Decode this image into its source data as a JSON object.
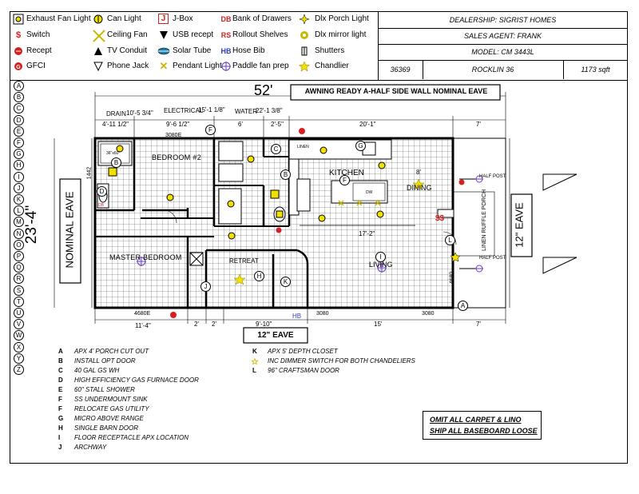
{
  "legend": [
    {
      "icon": "fan-icon",
      "label": "Exhaust Fan Light"
    },
    {
      "icon": "switch-icon",
      "label": "Switch"
    },
    {
      "icon": "recept-icon",
      "label": "Recept"
    },
    {
      "icon": "gfci-icon",
      "label": "GFCI"
    },
    {
      "icon": "can-light-icon",
      "label": "Can Light"
    },
    {
      "icon": "ceiling-fan-icon",
      "label": "Ceiling Fan"
    },
    {
      "icon": "tv-conduit-icon",
      "label": "TV Conduit"
    },
    {
      "icon": "phone-jack-icon",
      "label": "Phone Jack"
    },
    {
      "icon": "jbox-icon",
      "label": "J-Box"
    },
    {
      "icon": "usb-recept-icon",
      "label": "USB recept"
    },
    {
      "icon": "solar-tube-icon",
      "label": "Solar Tube"
    },
    {
      "icon": "pendant-light-icon",
      "label": "Pendant Light"
    },
    {
      "icon": "bank-drawers-icon",
      "label": "Bank of Drawers"
    },
    {
      "icon": "rollout-shelves-icon",
      "label": "Rollout Shelves"
    },
    {
      "icon": "hose-bib-icon",
      "label": "Hose Bib"
    },
    {
      "icon": "paddle-fan-icon",
      "label": "Paddle fan prep"
    },
    {
      "icon": "porch-light-icon",
      "label": "Dlx Porch Light"
    },
    {
      "icon": "mirror-light-icon",
      "label": "Dlx mirror light"
    },
    {
      "icon": "shutters-icon",
      "label": "Shutters"
    },
    {
      "icon": "chandelier-icon",
      "label": "Chandlier"
    }
  ],
  "symbols": {
    "jbox": "J",
    "db": "DB",
    "rs": "RS",
    "hb": "HB",
    "switch": "$"
  },
  "info": {
    "dealership": "DEALERSHIP: SIGRIST HOMES",
    "agent": "SALES AGENT: FRANK",
    "model": "MODEL:  CM 3443L",
    "number": "36369",
    "name": "ROCKLIN 36",
    "sqft": "1173 sqft"
  },
  "plan": {
    "overall_width": "52'",
    "overall_depth": "23'-4\"",
    "awning_title": "AWNING READY A-HALF SIDE WALL NOMINAL EAVE",
    "left_eave": "NOMINAL EAVE",
    "right_eave": "12\" EAVE",
    "bottom_eave": "12\" EAVE",
    "drain": "DRAIN",
    "drain_dim": "10'-5 3/4\"",
    "electrical": "ELECTRICAL",
    "electrical_dim": "15'-1 1/8\"",
    "water": "WATER",
    "water_dim": "22'-1 3/8\"",
    "top_dims": [
      "4'-11 1/2\"",
      "9'-6 1/2\"",
      "6'",
      "2'-5\"",
      "20'-1\"",
      "7'"
    ],
    "bottom_dims": [
      "11'-4\"",
      "2'",
      "2'",
      "9'-10\"",
      "15'",
      "7'"
    ],
    "mid_dim": "17'-2\"",
    "dining_dim": "8'",
    "side_dim": "1442",
    "right_dim": "4680",
    "windows": {
      "w1": "3080E",
      "w2": "4680E",
      "w3": "3080",
      "w4": "3080"
    },
    "rooms": {
      "bedroom2": "BEDROOM #2",
      "master": "MASTER BEDROOM",
      "retreat": "RETREAT",
      "kitchen": "KITCHEN",
      "dining": "DINING",
      "living": "LIVING",
      "porch": "LINEN RUFFLE PORCH",
      "half_post_top": "HALF POST",
      "half_post_bottom": "HALF POST",
      "shower": "36\"x60\"",
      "linen": "LINEN",
      "dw": "DW"
    },
    "callout_letters": [
      "A",
      "B",
      "C",
      "D",
      "E",
      "F",
      "G",
      "H",
      "I",
      "J",
      "K",
      "L",
      "M",
      "N",
      "O",
      "P",
      "Q",
      "R",
      "S",
      "T",
      "U",
      "V",
      "W",
      "X",
      "Y",
      "Z"
    ]
  },
  "notes": [
    {
      "key": "A",
      "text": "APX 4' PORCH CUT OUT"
    },
    {
      "key": "B",
      "text": "INSTALL OPT DOOR"
    },
    {
      "key": "C",
      "text": "40 GAL GS WH"
    },
    {
      "key": "D",
      "text": "HIGH EFFICIENCY GAS FURNACE DOOR"
    },
    {
      "key": "E",
      "text": "60\" STALL SHOWER"
    },
    {
      "key": "F",
      "text": "SS UNDERMOUNT SINK"
    },
    {
      "key": "F",
      "text": "RELOCATE GAS UTILITY"
    },
    {
      "key": "G",
      "text": "MICRO ABOVE RANGE"
    },
    {
      "key": "H",
      "text": "SINGLE BARN DOOR"
    },
    {
      "key": "I",
      "text": "FLOOR RECEPTACLE APX LOCATION"
    },
    {
      "key": "J",
      "text": "ARCHWAY"
    },
    {
      "key": "K",
      "text": "APX 5' DEPTH CLOSET"
    },
    {
      "key": "",
      "text": "INC DIMMER SWITCH FOR BOTH CHANDELIERS"
    },
    {
      "key": "L",
      "text": "96\" CRAFTSMAN DOOR"
    }
  ],
  "bottom_note": {
    "line1": "OMIT ALL CARPET & LINO",
    "line2": "SHIP ALL BASEBOARD LOOSE"
  },
  "colors": {
    "accent_red": "#d42020",
    "hb_blue": "#2a3fc0",
    "can_yellow": "#f2e000",
    "solar_teal": "#1a7fa8",
    "fan_purple": "#6a40c0"
  }
}
